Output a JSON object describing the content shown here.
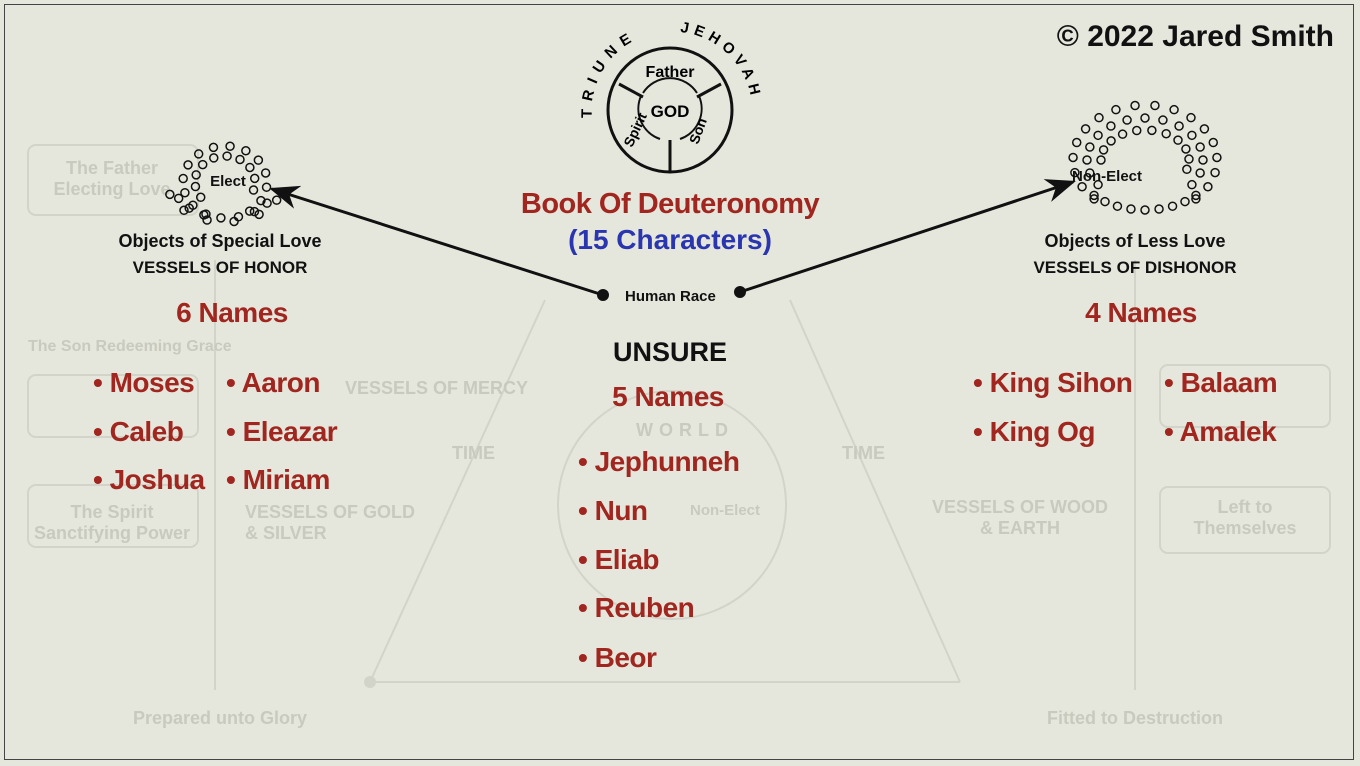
{
  "copyright": "© 2022 Jared Smith",
  "logo": {
    "arc_left": "TRIUNE",
    "arc_right": "JEHOVAH",
    "top": "Father",
    "center": "GOD",
    "left": "Spirit",
    "right": "Son"
  },
  "title": "Book Of Deuteronomy",
  "subtitle": "(15 Characters)",
  "center_node": "Human Race",
  "left": {
    "cluster_label": "Elect",
    "line1": "Objects of Special Love",
    "line2": "VESSELS OF HONOR",
    "count": "6 Names",
    "names": [
      "Moses",
      "Caleb",
      "Joshua",
      "Aaron",
      "Eleazar",
      "Miriam"
    ]
  },
  "right": {
    "cluster_label": "Non-Elect",
    "line1": "Objects of Less Love",
    "line2": "VESSELS OF DISHONOR",
    "count": "4 Names",
    "names": [
      "King Sihon",
      "King Og",
      "Balaam",
      "Amalek"
    ]
  },
  "middle": {
    "heading": "UNSURE",
    "count": "5 Names",
    "names": [
      "Jephunneh",
      "Nun",
      "Eliab",
      "Reuben",
      "Beor"
    ]
  },
  "ghost": {
    "father": "The Father Electing Love",
    "son": "The Son Redeeming Grace",
    "spirit": "The Spirit Sanctifying Power",
    "mercy": "VESSELS OF MERCY",
    "gold": "VESSELS OF GOLD & SILVER",
    "time_left": "TIME",
    "time_right": "TIME",
    "world": "WORLD",
    "nonelect": "Non-Elect",
    "glory": "Prepared unto Glory",
    "destruction": "Fitted to Destruction",
    "wood": "VESSELS OF WOOD & EARTH",
    "left_to": "Left to Themselves"
  },
  "colors": {
    "red": "#a0261f",
    "blue": "#2a35b0",
    "bg": "#e6e7dc"
  }
}
